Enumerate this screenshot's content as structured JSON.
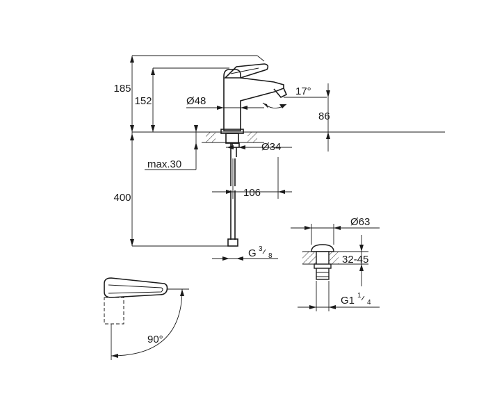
{
  "dimensions": {
    "total_height": "185",
    "spout_height": "152",
    "spout_angle": "17°",
    "body_diameter": "Ø48",
    "outlet_height": "86",
    "hole_diameter": "Ø34",
    "max_thickness": "max.30",
    "hose_length": "400",
    "projection": "106",
    "thread_letter": "G",
    "thread_num": "3",
    "thread_den": "8",
    "waste_diameter": "Ø63",
    "waste_range": "32-45",
    "waste_thread_main": "G1",
    "waste_thread_num": "1",
    "waste_thread_den": "4",
    "rotation_angle": "90°"
  }
}
